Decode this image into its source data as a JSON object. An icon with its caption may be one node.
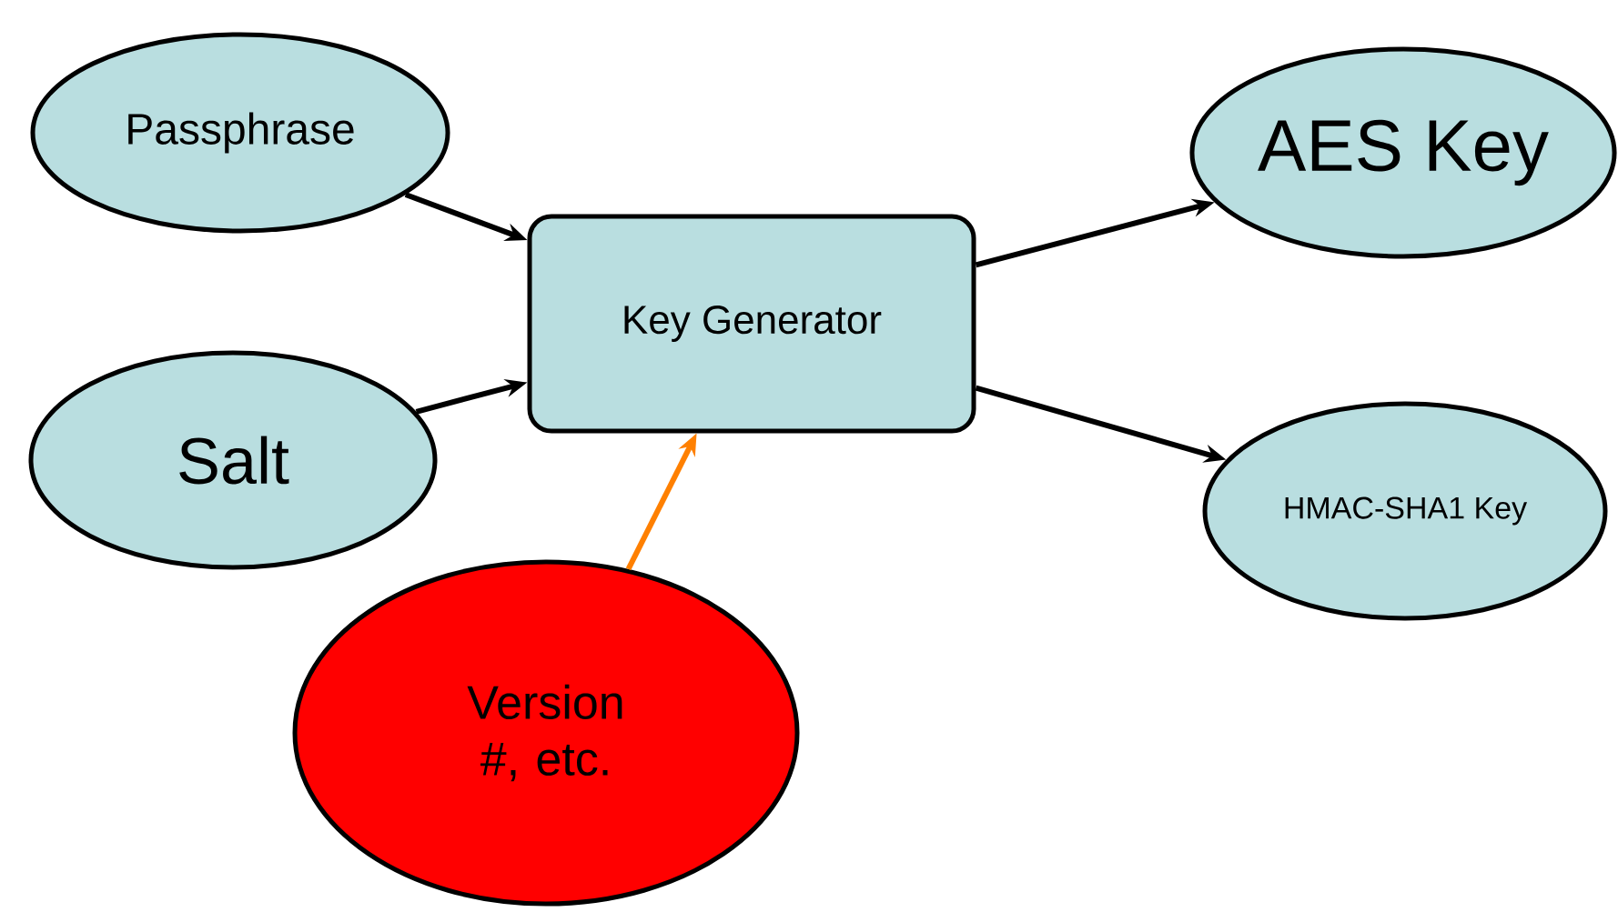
{
  "diagram": {
    "nodes": [
      {
        "text": [
          "Passphrase"
        ]
      },
      {
        "text": [
          "Salt"
        ]
      },
      {
        "text": [
          "Key Generator"
        ]
      },
      {
        "text": [
          "AES Key"
        ]
      },
      {
        "text": [
          "HMAC-SHA1 Key"
        ]
      },
      {
        "text": [
          "Version #, etc."
        ]
      }
    ],
    "edges": [
      {
        "from": 0,
        "to": 2,
        "arrow": "to"
      },
      {
        "from": 1,
        "to": 2,
        "arrow": "to"
      },
      {
        "from": 5,
        "to": 2,
        "arrow": "to",
        "color": "#ff8000"
      },
      {
        "from": 2,
        "to": 3,
        "arrow": "to"
      },
      {
        "from": 2,
        "to": 4,
        "arrow": "to"
      }
    ]
  }
}
